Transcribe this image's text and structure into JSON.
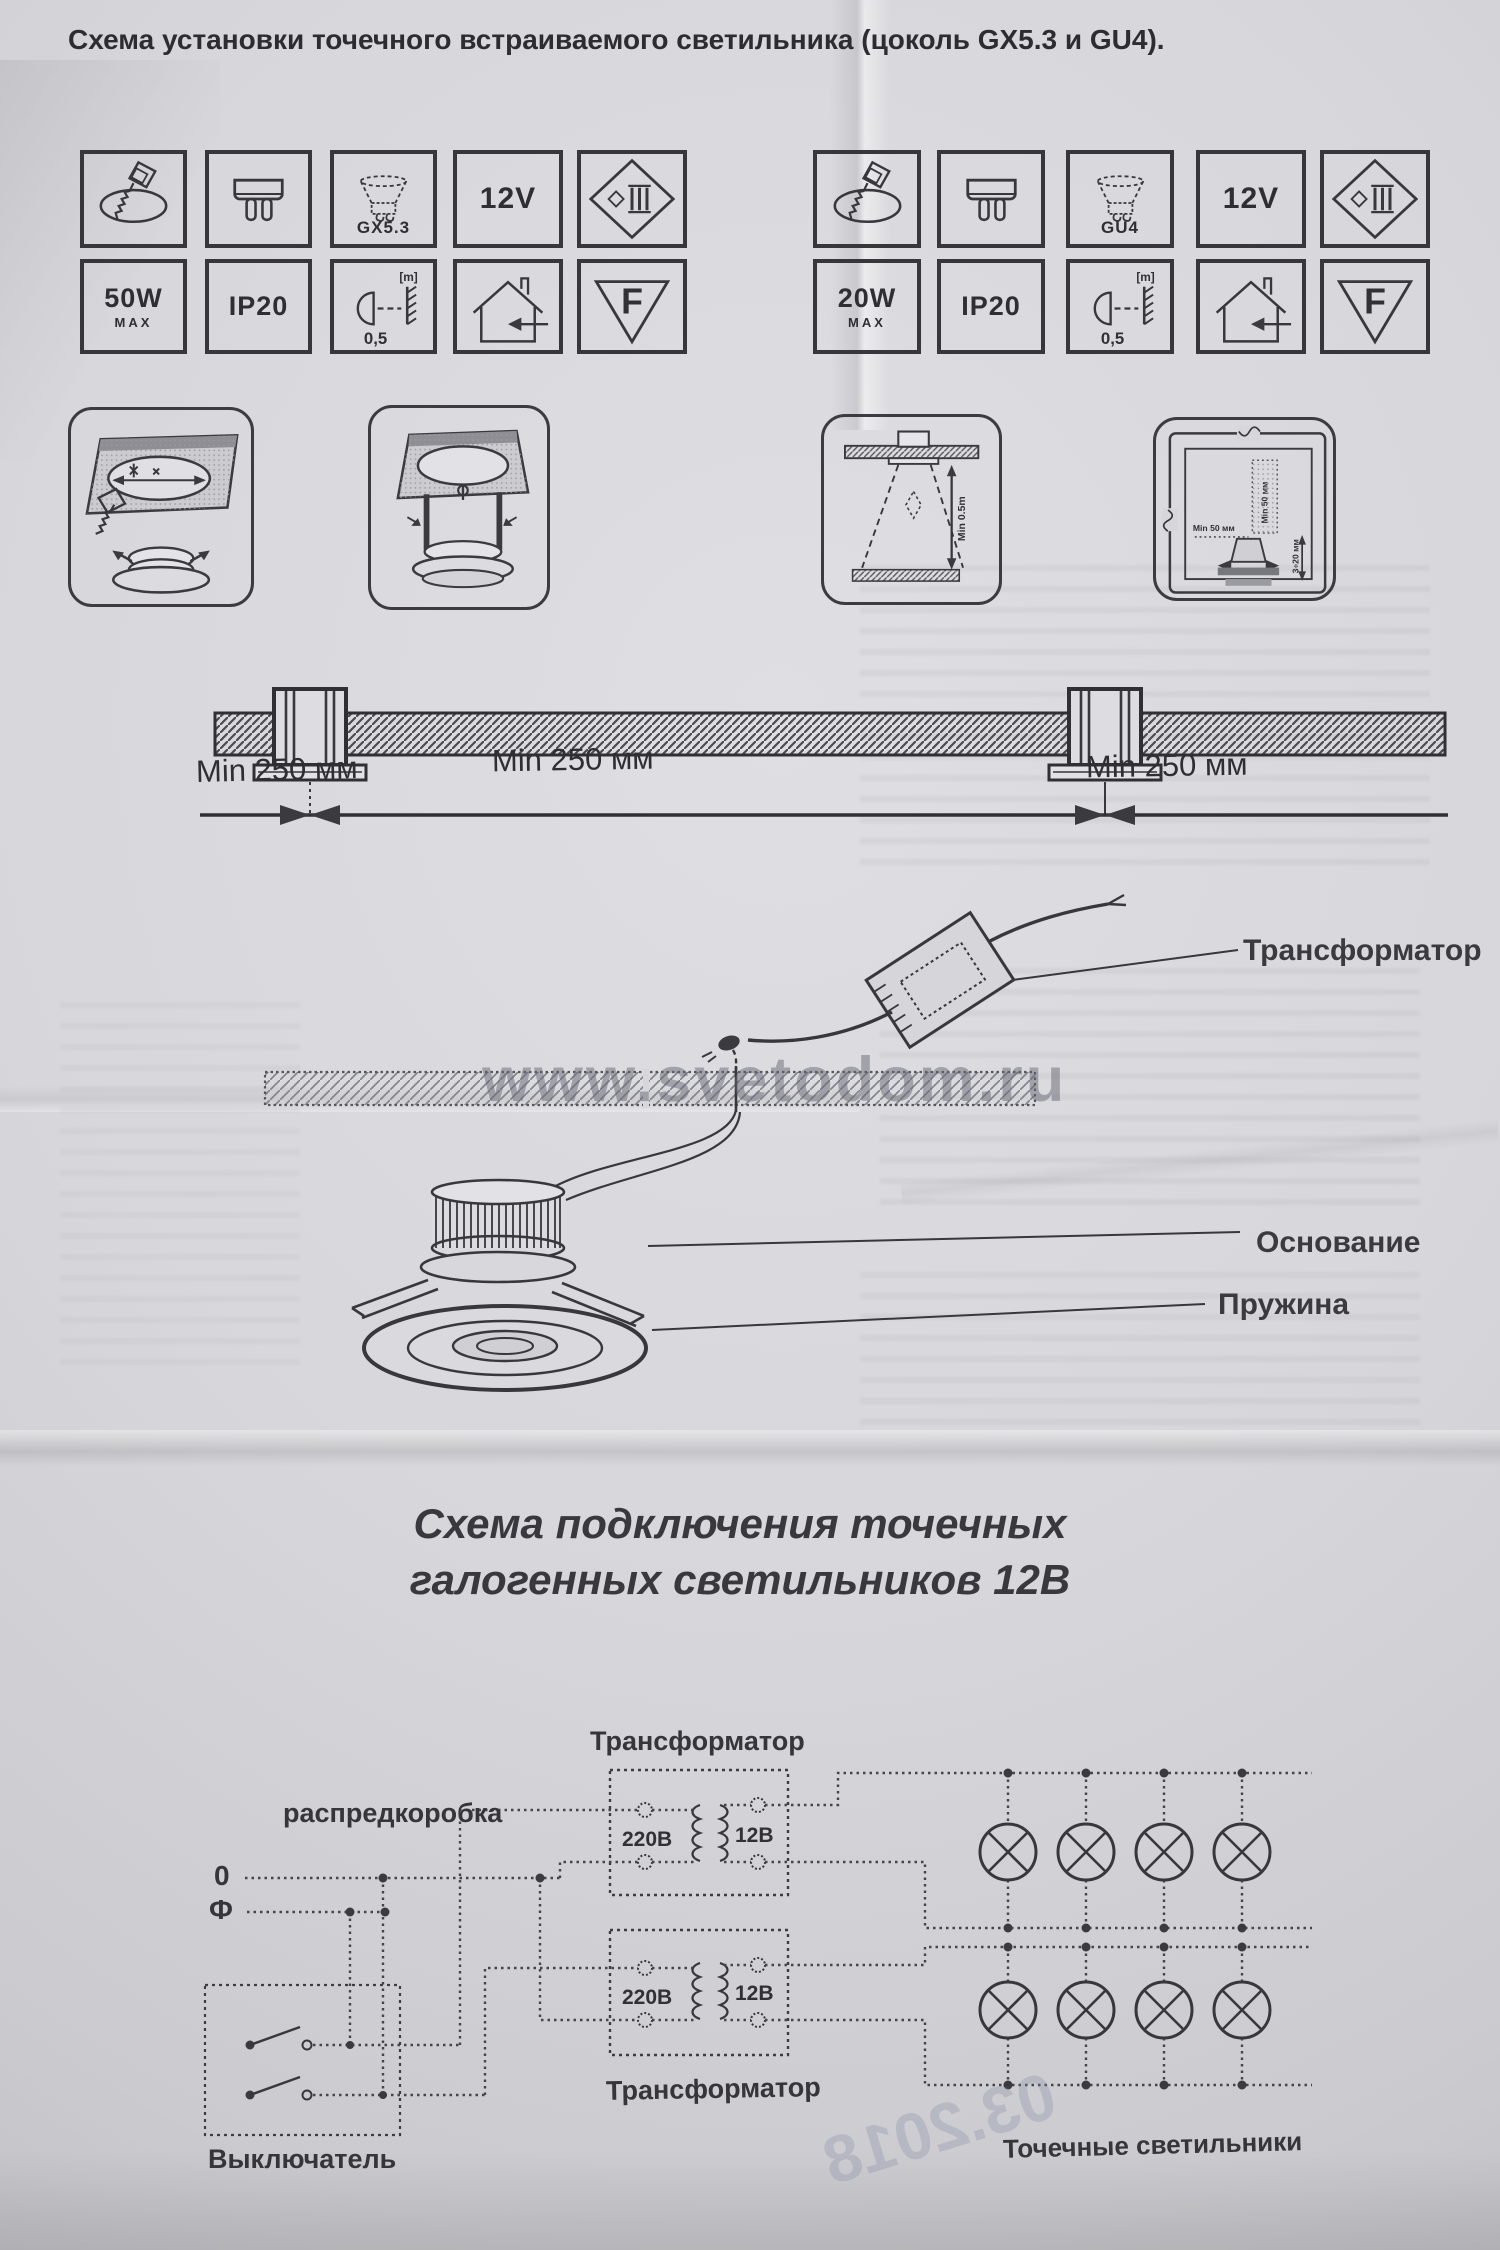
{
  "document": {
    "title": "Схема установки точечного встраиваемого светильника  (цоколь GX5.3 и GU4).",
    "watermark": "www.svetodom.ru",
    "stamp": "03.2018"
  },
  "icons_left": {
    "base_label": "GX5.3",
    "voltage": "12V",
    "class_mark": "III",
    "power": "50W",
    "power_max": "MAX",
    "ip_rating": "IP20",
    "meter_unit": "[m]",
    "distance": "0,5",
    "flammable_mark": "F"
  },
  "icons_right": {
    "base_label": "GU4",
    "voltage": "12V",
    "class_mark": "III",
    "power": "20W",
    "power_max": "MAX",
    "ip_rating": "IP20",
    "meter_unit": "[m]",
    "distance": "0,5",
    "flammable_mark": "F"
  },
  "pictograms": {
    "min_height_label": "Min 0.5m",
    "min_clearance_top": "Min 50 мм",
    "min_clearance_side": "Min 50 мм",
    "gap_range": "3÷20 мм"
  },
  "spacing": {
    "labels": [
      "Min 250 мм",
      "Min 250 мм",
      "Min 250 мм"
    ]
  },
  "install": {
    "transformer_label": "Трансформатор",
    "base_label": "Основание",
    "spring_label": "Пружина"
  },
  "wiring": {
    "title_line1": "Схема подключения точечных",
    "title_line2": "галогенных светильников 12В",
    "transformer_top": "Трансформатор",
    "transformer_bottom": "Трансформатор",
    "junction_box": "распредкоробка",
    "neutral": "0",
    "phase": "Ф",
    "t1_primary": "220В",
    "t1_secondary": "12В",
    "t2_primary": "220В",
    "t2_secondary": "12В",
    "switch": "Выключатель",
    "spotlights": "Точечные светильники"
  }
}
